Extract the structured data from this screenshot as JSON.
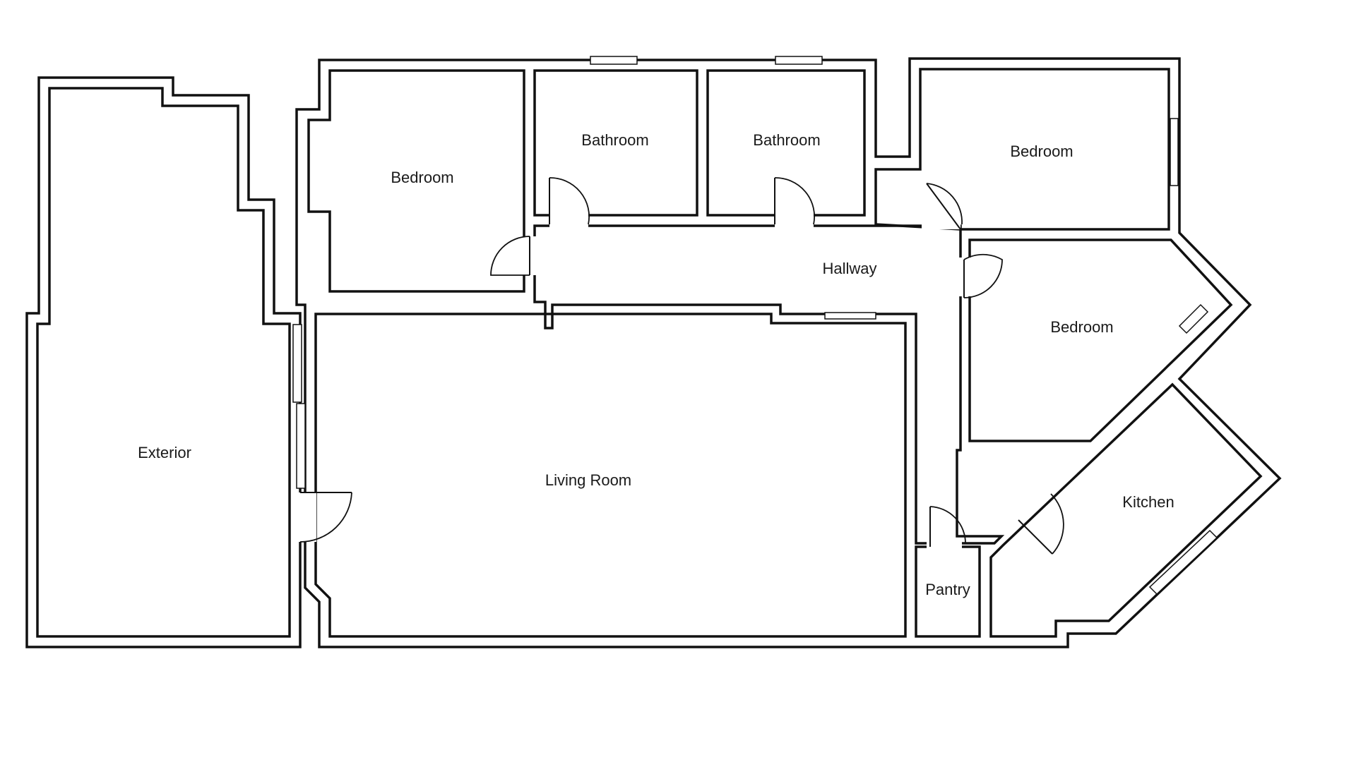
{
  "rooms": {
    "exterior": "Exterior",
    "bedroom_1": "Bedroom",
    "bathroom_1": "Bathroom",
    "bathroom_2": "Bathroom",
    "bedroom_2": "Bedroom",
    "hallway": "Hallway",
    "bedroom_3": "Bedroom",
    "living_room": "Living Room",
    "kitchen": "Kitchen",
    "pantry": "Pantry"
  },
  "colors": {
    "wall": "#111111",
    "background": "#ffffff"
  }
}
